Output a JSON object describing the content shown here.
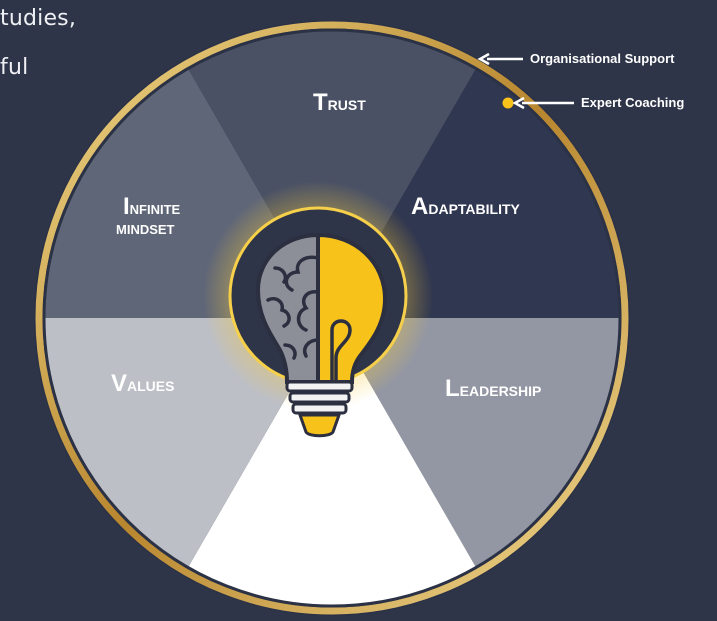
{
  "intro": {
    "line1": "tudies,",
    "line2": "ful"
  },
  "wheel": {
    "segments": [
      {
        "id": "trust",
        "initial": "T",
        "rest": "RUST",
        "color": "#4a5165"
      },
      {
        "id": "adaptability",
        "initial": "A",
        "rest": "DAPTABILITY",
        "color": "#303750"
      },
      {
        "id": "leadership",
        "initial": "L",
        "rest": "EADERSHIP",
        "color": "#9397a3"
      },
      {
        "id": "center-beam",
        "color": "#ffffff"
      },
      {
        "id": "values",
        "initial": "V",
        "rest": "ALUES",
        "color": "#bdbfc6"
      },
      {
        "id": "infinite-mindset",
        "initial": "I",
        "rest": "NFINITE",
        "line2": "MINDSET",
        "color": "#5f6677"
      }
    ]
  },
  "callouts": {
    "organisational_support": "Organisational Support",
    "expert_coaching": "Expert Coaching"
  },
  "colors": {
    "background": "#2f3549",
    "gold_ring": "#c8a24a",
    "bulb_yellow": "#f7c21a",
    "brain_grey": "#8c8f98",
    "outline": "#2b2f40"
  }
}
